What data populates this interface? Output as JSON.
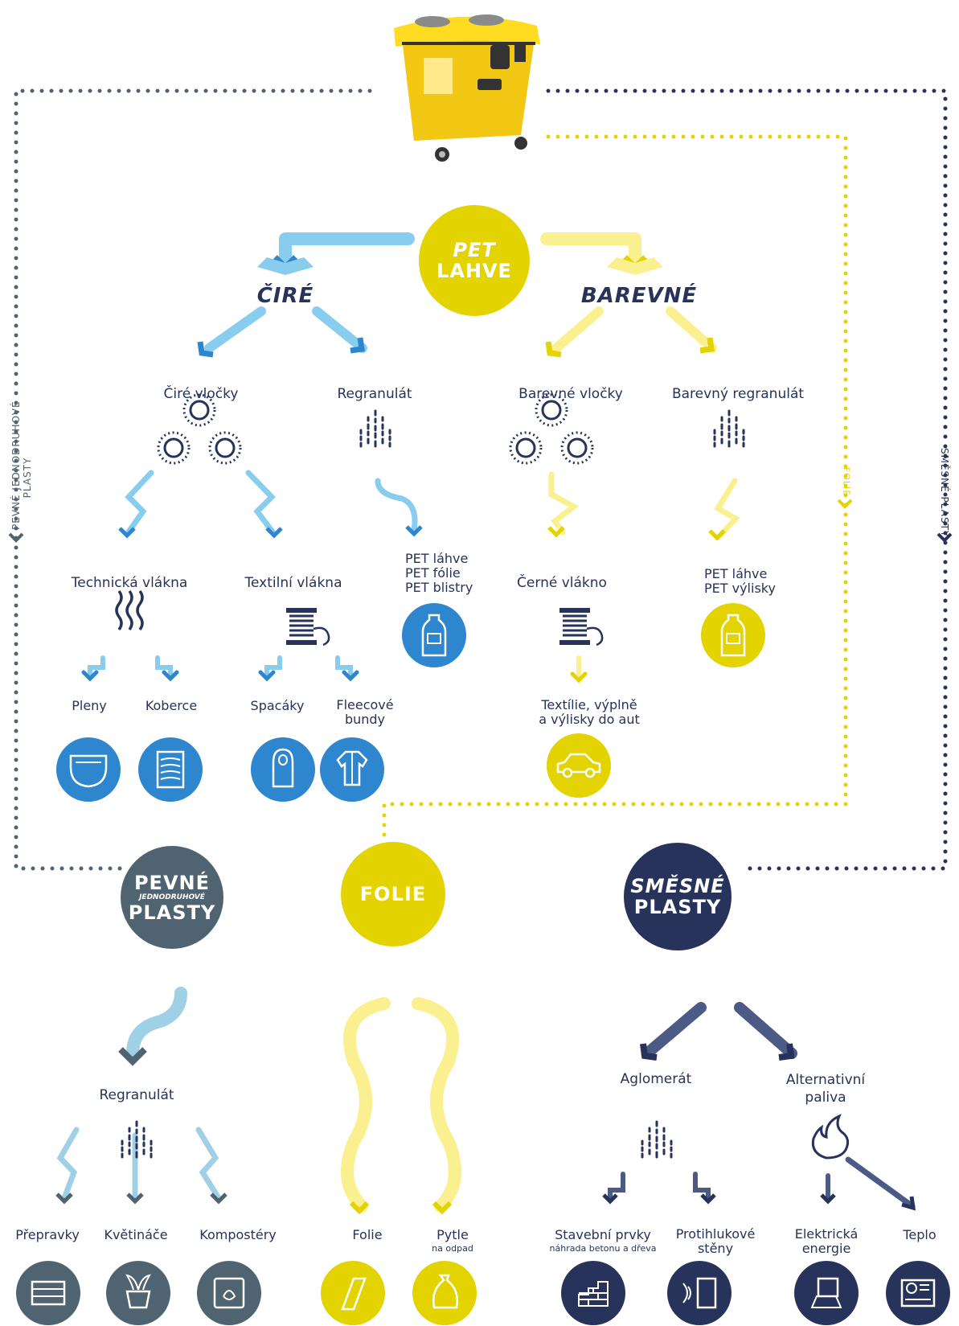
{
  "colors": {
    "navy": "#27335a",
    "slate": "#4f6470",
    "blue": "#2e86cf",
    "light_blue": "#89cdee",
    "yellow": "#e3d300",
    "light_yellow": "#fbf08f",
    "mixed_arrow": "#4c5a86",
    "solid_arrow": "#9fd0e6"
  },
  "hubs": {
    "pet": {
      "line1": "PET",
      "line2": "LAHVE"
    },
    "pevne": {
      "line1": "PEVNÉ",
      "mid": "JEDNODRUHOVÉ",
      "line2": "PLASTY"
    },
    "folie": {
      "line1": "FOLIE"
    },
    "smesne": {
      "line1": "SMĚSNÉ",
      "line2": "PLASTY"
    }
  },
  "sections": {
    "cire": "ČIRÉ",
    "barevne": "BAREVNÉ"
  },
  "side_labels": {
    "left_line1": "PEVNÉ JEDNODRUHOVÉ",
    "left_line2": "PLASTY",
    "right": "SMĚSNÉ PLASTY",
    "folie": "FOLIE"
  },
  "labels": {
    "cire_vlocky": "Čiré vločky",
    "regranulat_pet": "Regranulát",
    "barevne_vlocky": "Barevné vločky",
    "barevny_regranulat": "Barevný regranulát",
    "technicka_vlakna": "Technická vlákna",
    "textilni_vlakna": "Textilní vlákna",
    "pet_products_1": "PET láhve",
    "pet_products_2": "PET fólie",
    "pet_products_3": "PET blistry",
    "cerne_vlakno": "Černé vlákno",
    "barevny_products_1": "PET láhve",
    "barevny_products_2": "PET výlisky",
    "pleny": "Pleny",
    "koberce": "Koberce",
    "spacaky": "Spacáky",
    "fleecove_1": "Fleecové",
    "fleecove_2": "bundy",
    "textilie_1": "Textílie, výplně",
    "textilie_2": "a výlisky do aut",
    "regranulat_pevne": "Regranulát",
    "prepravky": "Přepravky",
    "kvetinace": "Květináče",
    "komposteri": "Kompostéry",
    "folie_product": "Folie",
    "pytle": "Pytle",
    "pytle_sub": "na odpad",
    "aglomerat": "Aglomerát",
    "alternativni_1": "Alternativní",
    "alternativni_2": "paliva",
    "stavebni": "Stavební prvky",
    "stavebni_sub": "náhrada betonu a dřeva",
    "protihlukove_1": "Protihlukové",
    "protihlukove_2": "stěny",
    "elektricka_1": "Elektrická",
    "elektricka_2": "energie",
    "teplo": "Teplo"
  },
  "icons": {
    "bin": "yellow-collection-bin",
    "flake": "flake-icon",
    "granulate": "granulate-icon",
    "waves": "fiber-waves-icon",
    "spool": "thread-spool-icon",
    "bottle": "bottle-icon",
    "diaper": "diaper-icon",
    "carpet": "carpet-icon",
    "sleeping_bag": "sleeping-bag-icon",
    "jacket": "jacket-icon",
    "car": "car-icon",
    "crate": "crate-icon",
    "flowerpot": "flowerpot-icon",
    "composter": "composter-icon",
    "foil": "foil-icon",
    "bag": "garbage-bag-icon",
    "bricks": "bricks-icon",
    "noise_wall": "noise-wall-icon",
    "electricity": "electricity-icon",
    "heater": "heater-icon",
    "flame": "flame-icon"
  }
}
